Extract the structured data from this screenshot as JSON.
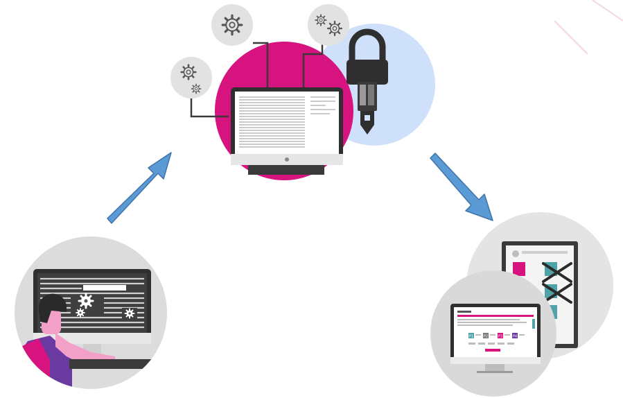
{
  "colors": {
    "magenta": "#d6137e",
    "light_blue": "#cfe0fb",
    "circle_gray": "#dcdcdc",
    "gear_gray": "#e2e2e2",
    "dark_gray": "#3a3a3a",
    "arrow_blue": "#5b9bd5",
    "arrow_stroke": "#3f72a8",
    "teal": "#4fa3a8",
    "purple": "#6b3aa0",
    "skin": "#f2a0c8"
  },
  "icons": {
    "gear_small_a": "gear-icon",
    "gear_top_center": "gear-icon",
    "gear_top_right": "gears-icon",
    "lock": "padlock-icon",
    "key": "key-icon",
    "developer": "person-at-computer-icon",
    "arrow_up": "arrow-up-right-icon",
    "arrow_down": "arrow-down-right-icon",
    "cross": "cross-icon"
  },
  "monitor_badges": [
    "P1",
    "P2",
    "P3",
    "P4"
  ]
}
